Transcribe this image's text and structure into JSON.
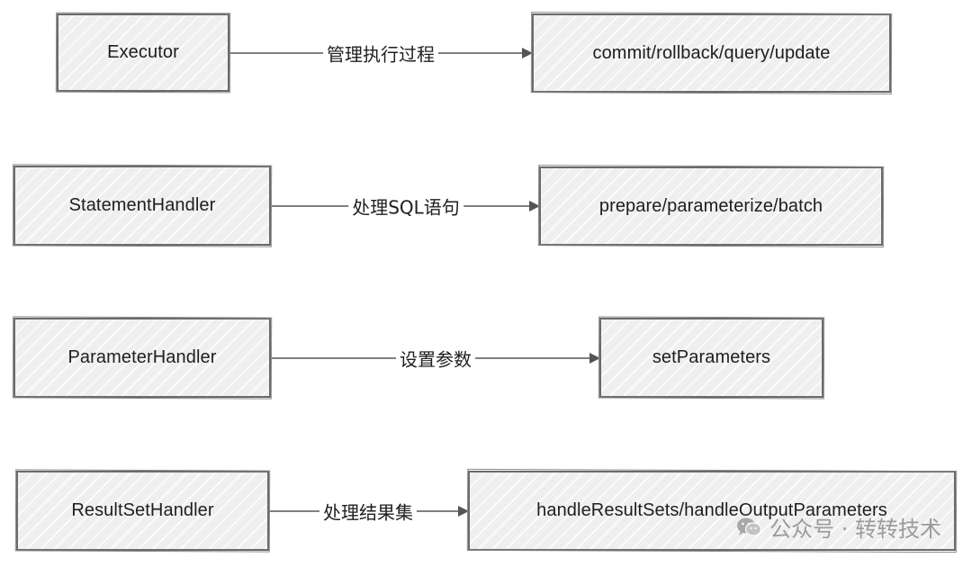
{
  "rows": [
    {
      "handler": "Executor",
      "relation": "管理执行过程",
      "methods": "commit/rollback/query/update"
    },
    {
      "handler": "StatementHandler",
      "relation": "处理SQL语句",
      "methods": "prepare/parameterize/batch"
    },
    {
      "handler": "ParameterHandler",
      "relation": "设置参数",
      "methods": "setParameters"
    },
    {
      "handler": "ResultSetHandler",
      "relation": "处理结果集",
      "methods": "handleResultSets/handleOutputParameters"
    }
  ],
  "watermark": {
    "text": "公众号 · 转转技术",
    "icon": "wechat-icon"
  },
  "colors": {
    "stroke": "#555555",
    "fill": "#efefef",
    "text": "#1e1e1e",
    "watermark": "#9b9b9b"
  }
}
